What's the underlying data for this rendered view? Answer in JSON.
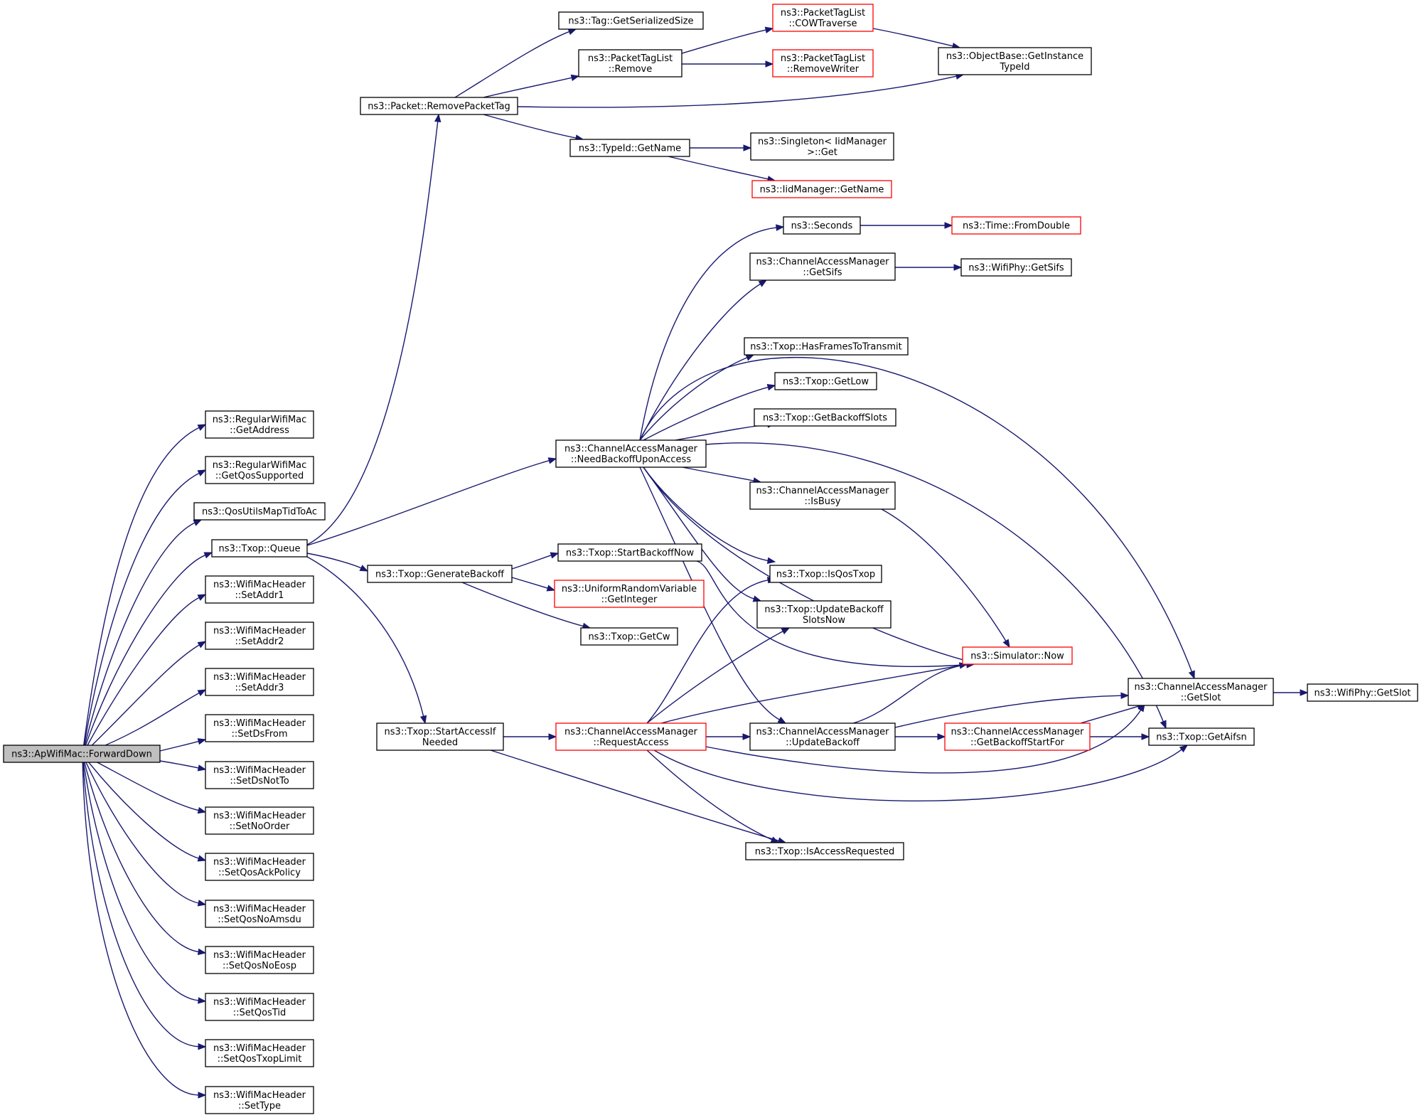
{
  "diagram": {
    "type": "call-graph",
    "edge_color": "#191970",
    "node_border": "#000000",
    "truncated_node_border": "#ff0000",
    "root_fill": "#bfbfbf",
    "nodes": [
      {
        "id": "root",
        "lines": [
          "ns3::ApWifiMac::ForwardDown"
        ],
        "style": "root"
      },
      {
        "id": "rwm_addr",
        "lines": [
          "ns3::RegularWifiMac",
          "::GetAddress"
        ]
      },
      {
        "id": "rwm_qos",
        "lines": [
          "ns3::RegularWifiMac",
          "::GetQosSupported"
        ]
      },
      {
        "id": "qosmap",
        "lines": [
          "ns3::QosUtilsMapTidToAc"
        ]
      },
      {
        "id": "queue",
        "lines": [
          "ns3::Txop::Queue"
        ]
      },
      {
        "id": "addr1",
        "lines": [
          "ns3::WifiMacHeader",
          "::SetAddr1"
        ]
      },
      {
        "id": "addr2",
        "lines": [
          "ns3::WifiMacHeader",
          "::SetAddr2"
        ]
      },
      {
        "id": "addr3",
        "lines": [
          "ns3::WifiMacHeader",
          "::SetAddr3"
        ]
      },
      {
        "id": "dsfrom",
        "lines": [
          "ns3::WifiMacHeader",
          "::SetDsFrom"
        ]
      },
      {
        "id": "dsnotto",
        "lines": [
          "ns3::WifiMacHeader",
          "::SetDsNotTo"
        ]
      },
      {
        "id": "noorder",
        "lines": [
          "ns3::WifiMacHeader",
          "::SetNoOrder"
        ]
      },
      {
        "id": "qosack",
        "lines": [
          "ns3::WifiMacHeader",
          "::SetQosAckPolicy"
        ]
      },
      {
        "id": "qosnoamsdu",
        "lines": [
          "ns3::WifiMacHeader",
          "::SetQosNoAmsdu"
        ]
      },
      {
        "id": "qosnoeosp",
        "lines": [
          "ns3::WifiMacHeader",
          "::SetQosNoEosp"
        ]
      },
      {
        "id": "qostid",
        "lines": [
          "ns3::WifiMacHeader",
          "::SetQosTid"
        ]
      },
      {
        "id": "qostxop",
        "lines": [
          "ns3::WifiMacHeader",
          "::SetQosTxopLimit"
        ]
      },
      {
        "id": "settype",
        "lines": [
          "ns3::WifiMacHeader",
          "::SetType"
        ]
      },
      {
        "id": "removetag",
        "lines": [
          "ns3::Packet::RemovePacketTag"
        ]
      },
      {
        "id": "tagsize",
        "lines": [
          "ns3::Tag::GetSerializedSize"
        ]
      },
      {
        "id": "ptl_remove",
        "lines": [
          "ns3::PacketTagList",
          "::Remove"
        ]
      },
      {
        "id": "cowtraverse",
        "lines": [
          "ns3::PacketTagList",
          "::COWTraverse"
        ],
        "style": "red"
      },
      {
        "id": "removewriter",
        "lines": [
          "ns3::PacketTagList",
          "::RemoveWriter"
        ],
        "style": "red"
      },
      {
        "id": "instancetypeid",
        "lines": [
          "ns3::ObjectBase::GetInstance",
          "TypeId"
        ]
      },
      {
        "id": "typeid_getname",
        "lines": [
          "ns3::TypeId::GetName"
        ]
      },
      {
        "id": "singleton_get",
        "lines": [
          "ns3::Singleton< IidManager",
          ">::Get"
        ]
      },
      {
        "id": "iid_getname",
        "lines": [
          "ns3::IidManager::GetName"
        ],
        "style": "red"
      },
      {
        "id": "seconds",
        "lines": [
          "ns3::Seconds"
        ]
      },
      {
        "id": "fromdouble",
        "lines": [
          "ns3::Time::FromDouble"
        ],
        "style": "red"
      },
      {
        "id": "cam_getsifs",
        "lines": [
          "ns3::ChannelAccessManager",
          "::GetSifs"
        ]
      },
      {
        "id": "phy_getsifs",
        "lines": [
          "ns3::WifiPhy::GetSifs"
        ]
      },
      {
        "id": "hasframes",
        "lines": [
          "ns3::Txop::HasFramesToTransmit"
        ]
      },
      {
        "id": "getlow",
        "lines": [
          "ns3::Txop::GetLow"
        ]
      },
      {
        "id": "getbackoffslots",
        "lines": [
          "ns3::Txop::GetBackoffSlots"
        ]
      },
      {
        "id": "needbackoff",
        "lines": [
          "ns3::ChannelAccessManager",
          "::NeedBackoffUponAccess"
        ]
      },
      {
        "id": "isbusy",
        "lines": [
          "ns3::ChannelAccessManager",
          "::IsBusy"
        ]
      },
      {
        "id": "genbackoff",
        "lines": [
          "ns3::Txop::GenerateBackoff"
        ]
      },
      {
        "id": "startbackoffnow",
        "lines": [
          "ns3::Txop::StartBackoffNow"
        ]
      },
      {
        "id": "uniform",
        "lines": [
          "ns3::UniformRandomVariable",
          "::GetInteger"
        ],
        "style": "red"
      },
      {
        "id": "getcw",
        "lines": [
          "ns3::Txop::GetCw"
        ]
      },
      {
        "id": "isqostxop",
        "lines": [
          "ns3::Txop::IsQosTxop"
        ]
      },
      {
        "id": "updatebackoffslots",
        "lines": [
          "ns3::Txop::UpdateBackoff",
          "SlotsNow"
        ]
      },
      {
        "id": "simnow",
        "lines": [
          "ns3::Simulator::Now"
        ],
        "style": "red"
      },
      {
        "id": "startaccess",
        "lines": [
          "ns3::Txop::StartAccessIf",
          "Needed"
        ]
      },
      {
        "id": "requestaccess",
        "lines": [
          "ns3::ChannelAccessManager",
          "::RequestAccess"
        ],
        "style": "red"
      },
      {
        "id": "updatebackoff",
        "lines": [
          "ns3::ChannelAccessManager",
          "::UpdateBackoff"
        ]
      },
      {
        "id": "getbackoffstart",
        "lines": [
          "ns3::ChannelAccessManager",
          "::GetBackoffStartFor"
        ],
        "style": "red"
      },
      {
        "id": "cam_getslot",
        "lines": [
          "ns3::ChannelAccessManager",
          "::GetSlot"
        ]
      },
      {
        "id": "phy_getslot",
        "lines": [
          "ns3::WifiPhy::GetSlot"
        ]
      },
      {
        "id": "getaifsn",
        "lines": [
          "ns3::Txop::GetAifsn"
        ]
      },
      {
        "id": "isaccessreq",
        "lines": [
          "ns3::Txop::IsAccessRequested"
        ]
      }
    ]
  }
}
